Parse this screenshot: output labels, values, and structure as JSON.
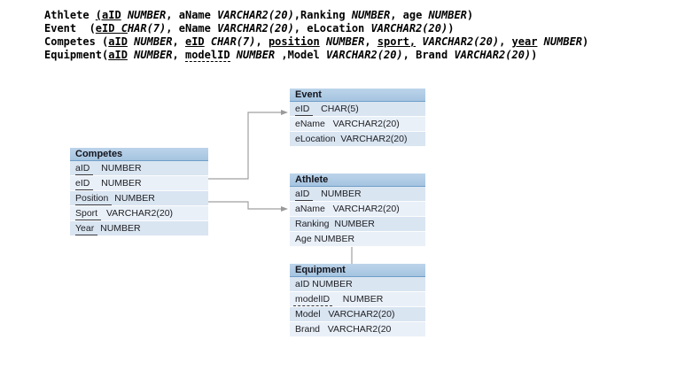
{
  "colors": {
    "table_header_bg": "#aac7e3",
    "table_header_border": "#6f9ec9",
    "row_stripe_dark": "#d9e5f1",
    "row_stripe_light": "#e9f0f8",
    "connector_line": "#a0a0a0",
    "text": "#000000"
  },
  "schema_text": {
    "lines": [
      {
        "segments": [
          {
            "t": "Athlete ",
            "s": "p"
          },
          {
            "t": "(aID",
            "s": "u"
          },
          {
            "t": " ",
            "s": "p"
          },
          {
            "t": "NUMBER",
            "s": "i"
          },
          {
            "t": ", aName ",
            "s": "p"
          },
          {
            "t": "VARCHAR2(20)",
            "s": "i"
          },
          {
            "t": ",Ranking ",
            "s": "p"
          },
          {
            "t": "NUMBER",
            "s": "i"
          },
          {
            "t": ", age ",
            "s": "p"
          },
          {
            "t": "NUMBER",
            "s": "i"
          },
          {
            "t": ")",
            "s": "p"
          }
        ]
      },
      {
        "segments": [
          {
            "t": "Event  (",
            "s": "p"
          },
          {
            "t": "eID ",
            "s": "u"
          },
          {
            "t": "C",
            "s": "iu"
          },
          {
            "t": "HAR(7)",
            "s": "i"
          },
          {
            "t": ", eName ",
            "s": "p"
          },
          {
            "t": "VARCHAR2(20)",
            "s": "i"
          },
          {
            "t": ", eLocation ",
            "s": "p"
          },
          {
            "t": "VARCHAR2(20)",
            "s": "i"
          },
          {
            "t": ")",
            "s": "p"
          }
        ]
      },
      {
        "segments": [
          {
            "t": "Competes (",
            "s": "p"
          },
          {
            "t": "aID",
            "s": "u"
          },
          {
            "t": " ",
            "s": "p"
          },
          {
            "t": "NUMBER",
            "s": "i"
          },
          {
            "t": ", ",
            "s": "p"
          },
          {
            "t": "eID",
            "s": "u"
          },
          {
            "t": " ",
            "s": "p"
          },
          {
            "t": "CHAR(7)",
            "s": "i"
          },
          {
            "t": ", ",
            "s": "p"
          },
          {
            "t": "position",
            "s": "u"
          },
          {
            "t": " ",
            "s": "p"
          },
          {
            "t": "NUMBER",
            "s": "i"
          },
          {
            "t": ", ",
            "s": "p"
          },
          {
            "t": "sport,",
            "s": "u"
          },
          {
            "t": " ",
            "s": "p"
          },
          {
            "t": "VARCHAR2(20)",
            "s": "i"
          },
          {
            "t": ", ",
            "s": "p"
          },
          {
            "t": "year",
            "s": "u"
          },
          {
            "t": " ",
            "s": "p"
          },
          {
            "t": "NUMBER",
            "s": "i"
          },
          {
            "t": ")",
            "s": "p"
          }
        ]
      },
      {
        "segments": [
          {
            "t": "Equipment(",
            "s": "p"
          },
          {
            "t": "aID",
            "s": "u"
          },
          {
            "t": " ",
            "s": "p"
          },
          {
            "t": "NUMBER",
            "s": "i"
          },
          {
            "t": ", ",
            "s": "p"
          },
          {
            "t": "modelID",
            "s": "d"
          },
          {
            "t": " ",
            "s": "p"
          },
          {
            "t": "NUMBER",
            "s": "i"
          },
          {
            "t": " ,Model ",
            "s": "p"
          },
          {
            "t": "VARCHAR2(20)",
            "s": "i"
          },
          {
            "t": ", Brand ",
            "s": "p"
          },
          {
            "t": "VARCHAR2(20)",
            "s": "i"
          },
          {
            "t": ")",
            "s": "p"
          }
        ]
      }
    ]
  },
  "tables": [
    {
      "id": "competes",
      "title": "Competes",
      "rows": [
        {
          "name": "aID",
          "key": "solid",
          "sep": "   ",
          "type": "NUMBER"
        },
        {
          "name": "eID",
          "key": "solid",
          "sep": "   ",
          "type": "NUMBER"
        },
        {
          "name": "Position",
          "key": "solid",
          "sep": " ",
          "type": "NUMBER"
        },
        {
          "name": "Sport",
          "key": "solid",
          "sep": "  ",
          "type": "VARCHAR2(20)"
        },
        {
          "name": "Year",
          "key": "solid",
          "sep": " ",
          "type": "NUMBER"
        }
      ]
    },
    {
      "id": "event",
      "title": "Event",
      "rows": [
        {
          "name": "eID",
          "key": "solid",
          "sep": "   ",
          "type": "CHAR(5)"
        },
        {
          "name": "eName",
          "key": "none",
          "sep": "   ",
          "type": "VARCHAR2(20)"
        },
        {
          "name": "eLocation",
          "key": "none",
          "sep": "  ",
          "type": "VARCHAR2(20)"
        }
      ]
    },
    {
      "id": "athlete",
      "title": "Athlete",
      "rows": [
        {
          "name": "aID",
          "key": "solid",
          "sep": "   ",
          "type": "NUMBER"
        },
        {
          "name": "aName",
          "key": "none",
          "sep": "   ",
          "type": "VARCHAR2(20)"
        },
        {
          "name": "Ranking",
          "key": "none",
          "sep": "  ",
          "type": "NUMBER"
        },
        {
          "name": "Age",
          "key": "none",
          "sep": " ",
          "type": "NUMBER"
        }
      ]
    },
    {
      "id": "equipment",
      "title": "Equipment",
      "rows": [
        {
          "name": "aID",
          "key": "none",
          "sep": " ",
          "type": "NUMBER"
        },
        {
          "name": "modelID",
          "key": "dashed",
          "sep": "    ",
          "type": "NUMBER"
        },
        {
          "name": "Model",
          "key": "none",
          "sep": "   ",
          "type": "VARCHAR2(20)"
        },
        {
          "name": "Brand",
          "key": "none",
          "sep": "   ",
          "type": "VARCHAR2(20"
        }
      ]
    }
  ],
  "relationships": [
    {
      "from": "Competes.eID",
      "to": "Event.eID"
    },
    {
      "from": "Competes.Position",
      "to": "Athlete.aName"
    },
    {
      "from": "Athlete",
      "to": "Equipment"
    }
  ]
}
